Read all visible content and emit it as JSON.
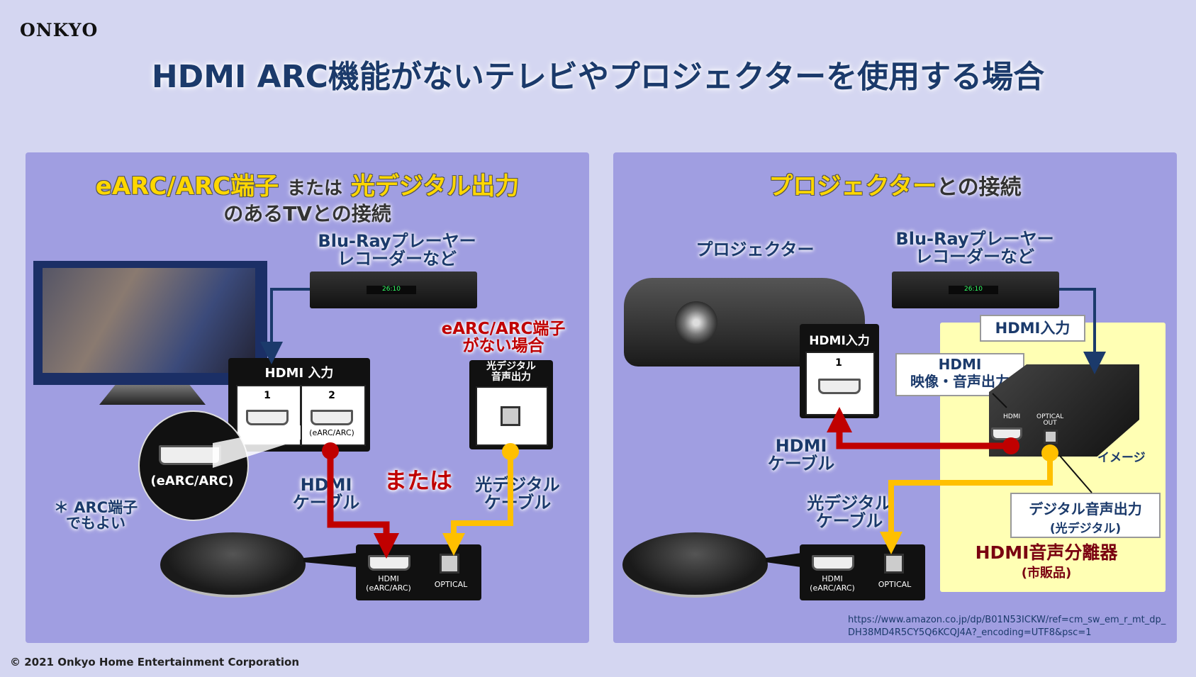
{
  "brand": "ONKYO",
  "title": "HDMI ARC機能がないテレビやプロジェクターを使用する場合",
  "left_panel": {
    "title_line1_a": "eARC/ARC端子",
    "title_line1_b": "または",
    "title_line1_c": "光デジタル出力",
    "title_line2": "のあるTVとの接続",
    "player_label": "Blu-Rayプレーヤー\nレコーダーなど",
    "player_display": "26:10",
    "hdmi_in_label": "HDMI 入力",
    "port1": "1",
    "port2": "2",
    "port2_sub": "(eARC/ARC)",
    "zoom_label": "(eARC/ARC)",
    "arc_note": "＊ ARC端子\nでもよい",
    "no_arc_label": "eARC/ARC端子\nがない場合",
    "optical_out_label": "光デジタル\n音声出力",
    "hdmi_cable": "HDMI\nケーブル",
    "or": "または",
    "optical_cable": "光デジタル\nケーブル",
    "box_hdmi": "HDMI\n(eARC/ARC)",
    "box_optical": "OPTICAL"
  },
  "right_panel": {
    "title_a": "プロジェクター",
    "title_b": "との接続",
    "projector_label": "プロジェクター",
    "player_label": "Blu-Rayプレーヤー\nレコーダーなど",
    "player_display": "26:10",
    "hdmi_in_label": "HDMI入力",
    "port1": "1",
    "splitter_in": "HDMI入力",
    "splitter_out": "HDMI\n映像・音声出力",
    "splitter_hdmi": "HDMI",
    "splitter_optical": "OPTICAL\nOUT",
    "image_note": "イメージ",
    "hdmi_cable": "HDMI\nケーブル",
    "optical_cable": "光デジタル\nケーブル",
    "digital_out": "デジタル音声出力",
    "digital_out_sub": "(光デジタル)",
    "splitter_name": "HDMI音声分離器",
    "splitter_sub": "(市販品)",
    "box_hdmi": "HDMI\n(eARC/ARC)",
    "box_optical": "OPTICAL",
    "url": "https://www.amazon.co.jp/dp/B01N53ICKW/ref=cm_sw_em_r_mt_dp_\nDH38MD4R5CY5Q6KCQJ4A?_encoding=UTF8&psc=1"
  },
  "footer": "© 2021  Onkyo Home Entertainment Corporation",
  "colors": {
    "hdmi_cable": "#c00000",
    "optical_cable": "#ffc000",
    "arrow_blue": "#1b3a6b",
    "panel": "#a09ee1"
  }
}
